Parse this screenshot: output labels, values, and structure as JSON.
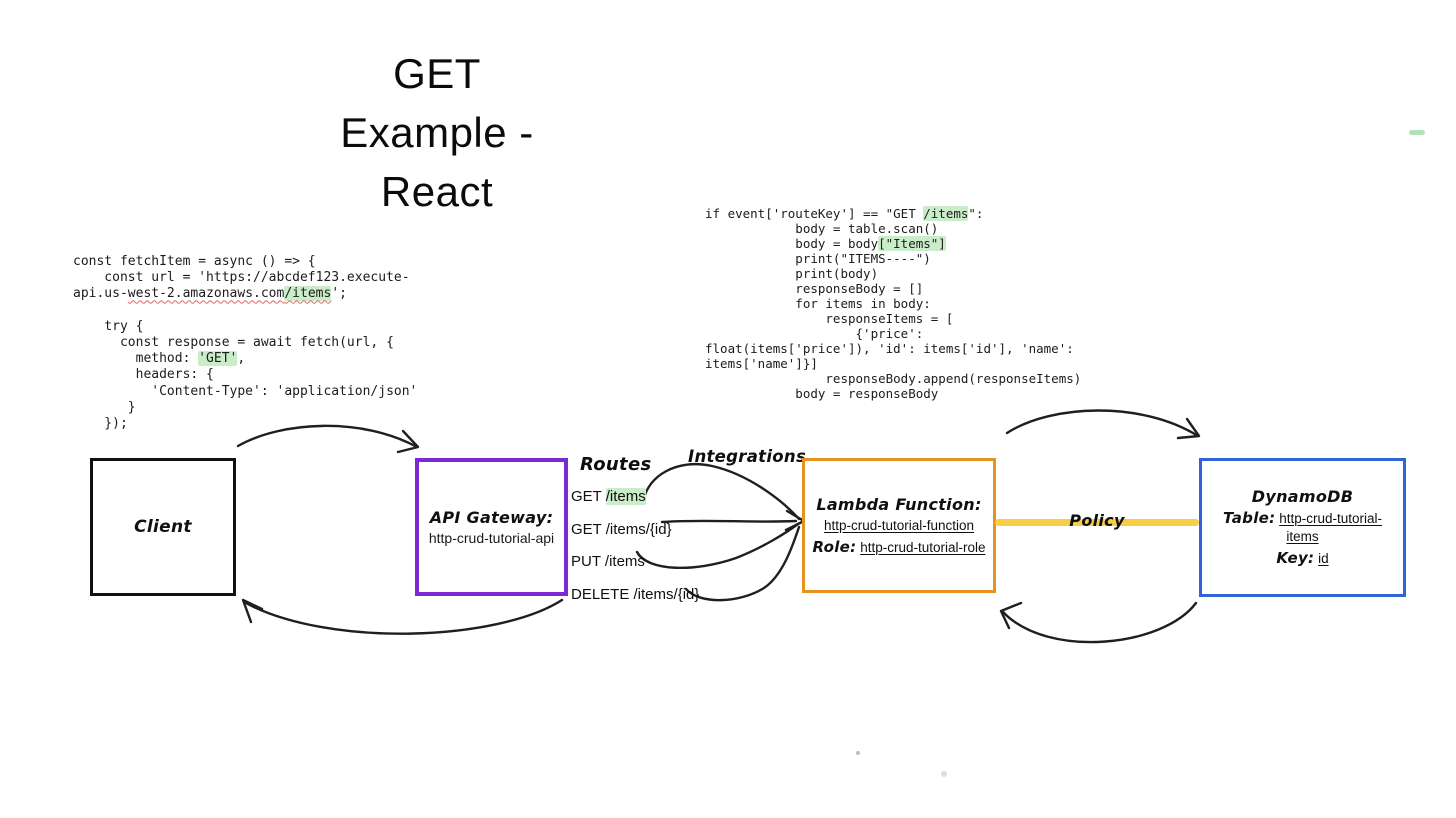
{
  "title": {
    "lines": [
      "GET",
      "Example -",
      "React"
    ]
  },
  "left_code": {
    "lines": [
      [
        {
          "t": "const fetchItem = async () => {"
        }
      ],
      [
        {
          "t": "    const url = 'https://abcdef123.execute-"
        }
      ],
      [
        {
          "t": "api.us-"
        },
        {
          "t": "west-2.amazonaws.com",
          "m": "sq"
        },
        {
          "t": "/items",
          "m": "hl sq"
        },
        {
          "t": "';"
        }
      ],
      [
        {
          "t": ""
        }
      ],
      [
        {
          "t": "    try {"
        }
      ],
      [
        {
          "t": "      const response = await fetch(url, {"
        }
      ],
      [
        {
          "t": "        method: "
        },
        {
          "t": "'GET'",
          "m": "hl"
        },
        {
          "t": ","
        }
      ],
      [
        {
          "t": "        headers: {"
        }
      ],
      [
        {
          "t": "          'Content-Type': 'application/json'"
        }
      ],
      [
        {
          "t": "       }"
        }
      ],
      [
        {
          "t": "    });"
        }
      ]
    ]
  },
  "right_code": {
    "lines": [
      [
        {
          "t": "if event['routeKey'] == \"GET "
        },
        {
          "t": "/items",
          "m": "hl"
        },
        {
          "t": "\":"
        }
      ],
      [
        {
          "t": "            body = table.scan()"
        }
      ],
      [
        {
          "t": "            body = body"
        },
        {
          "t": "[\"Items\"]",
          "m": "hl"
        }
      ],
      [
        {
          "t": "            print(\"ITEMS----\")"
        }
      ],
      [
        {
          "t": "            print(body)"
        }
      ],
      [
        {
          "t": "            responseBody = []"
        }
      ],
      [
        {
          "t": "            for items in body:"
        }
      ],
      [
        {
          "t": "                responseItems = ["
        }
      ],
      [
        {
          "t": "                    {'price':"
        }
      ],
      [
        {
          "t": "float(items['price']), 'id': items['id'], 'name':"
        }
      ],
      [
        {
          "t": "items['name']}]"
        }
      ],
      [
        {
          "t": "                responseBody.append(responseItems)"
        }
      ],
      [
        {
          "t": "            body = responseBody"
        }
      ]
    ]
  },
  "client_box": {
    "label": "Client"
  },
  "api_gateway_box": {
    "title": "API Gateway:",
    "name": "http-crud-tutorial-api"
  },
  "routes": {
    "header": "Routes",
    "integrations_label": "Integrations",
    "items": [
      [
        {
          "t": "GET "
        },
        {
          "t": "/items",
          "m": "hl"
        }
      ],
      [
        {
          "t": "GET /items/{id}"
        }
      ],
      [
        {
          "t": "PUT /items"
        }
      ],
      [
        {
          "t": "DELETE /items/{id}"
        }
      ]
    ]
  },
  "lambda_box": {
    "title": "Lambda Function:",
    "function_name": "http-crud-tutorial-function",
    "role_label": "Role:",
    "role_name": "http-crud-tutorial-role"
  },
  "dynamodb_box": {
    "title": "DynamoDB",
    "table_label": "Table:",
    "table_name": "http-crud-tutorial-items",
    "key_label": "Key:",
    "key_value": "id"
  },
  "policy": {
    "label": "Policy"
  },
  "colors": {
    "api_gateway_border": "#7a2bd1",
    "lambda_border": "#e8921e",
    "dynamodb_border": "#2f63d6",
    "client_border": "#111111",
    "policy_line": "#f7ce46",
    "highlight_green": "#c9ecc9",
    "arrow_ink": "#1f1f1f"
  }
}
